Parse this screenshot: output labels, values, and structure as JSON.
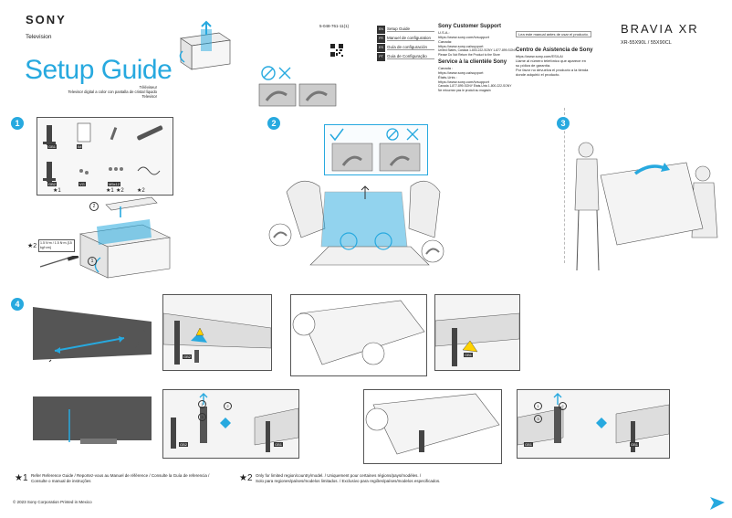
{
  "header": {
    "brand": "SONY",
    "subbrand": "Television",
    "title": "Setup Guide",
    "subtitle_lines": [
      "Téléviseur",
      "Televisor digital a color con pantalla de cristal líquido",
      "Televisor"
    ],
    "part_number": "5-048-761-11(1)",
    "bravia_logo": "BRAVIA XR",
    "model": "XR-55X90L / 55X90CL"
  },
  "languages": [
    {
      "code": "EN",
      "label": "Setup Guide"
    },
    {
      "code": "FR",
      "label": "Manuel de configuration"
    },
    {
      "code": "ES",
      "label": "Guía de configuración"
    },
    {
      "code": "PT",
      "label": "Guia de Configuração"
    }
  ],
  "support": {
    "heading": "Sony Customer Support",
    "us_label": "U.S.A.:",
    "us_url": "https://www.sony.com/tvsupport",
    "ca_label": "Canada:",
    "ca_url": "https://www.sony.ca/support",
    "phone_line": "United States, Canada 1-800-222-SONY 1-877-899-SONY",
    "return_note": "Please Do Not Return the Product to the Store",
    "fr_heading": "Service à la clientèle Sony",
    "fr_canada_label": "Canada :",
    "fr_canada_url": "https://www.sony.ca/support",
    "fr_us_label": "États-Unis :",
    "fr_us_url": "https://www.sony.com/tvsupport",
    "fr_phone_line": "Canada 1-877-899-SONY  États-Unis 1-800-222-SONY",
    "fr_return_note": "Ne retournez pas le produit au magasin"
  },
  "asistencia": {
    "top_note": "Lea este manual antes de usar el producto.",
    "heading": "Centro de Asistencia de Sony",
    "url": "https://www.sony.com/ES/LA/",
    "line1": "Llame al número telefónico que aparece en",
    "line2": "su póliza de garantía.",
    "line3": "Por favor no devuelva el producto a la tienda",
    "line4": "donde adquirió el producto."
  },
  "steps": {
    "s1": "1",
    "s2": "2",
    "s3": "3",
    "s4": "4"
  },
  "step1": {
    "parts_top": [
      "GB1",
      "IM"
    ],
    "parts_bottom": [
      "GB2",
      "VG",
      "M5x12"
    ],
    "star_labels": [
      "★1",
      "★1",
      "★2",
      "★2"
    ],
    "callout_1": "1",
    "callout_2": "2",
    "torque": "1.5 N·m / 1.5 N·m {15 kgf·cm}",
    "torque_star": "★2"
  },
  "step4": {
    "left_badge": "GB2",
    "right_badge": "GB1",
    "lower_left_badge": "GB2",
    "lower_mid_badge": "GB1",
    "lower_right_badge_a": "GB1",
    "lower_right_badge_b": "GB1",
    "callouts": [
      "1",
      "2",
      "3",
      "1",
      "2",
      "3"
    ]
  },
  "notes": {
    "n1_star": "★1",
    "n1_line1": "Refer Reference Guide / Reportez-vous au Manuel de référence / Consulte la Guía de referencia /",
    "n1_line2": "Consulte o manual de instruções",
    "n2_star": "★2",
    "n2_line1": "Only for limited region/country/model. / Uniquement pour certaines régions/pays/modèles. /",
    "n2_line2": "Solo para regiones/países/modelos limitados. / Exclusivo para regiões/países/modelos especificados."
  },
  "footer": {
    "copyright": "© 2023 Sony Corporation  Printed in Mexico"
  },
  "colors": {
    "accent": "#27a9df"
  }
}
